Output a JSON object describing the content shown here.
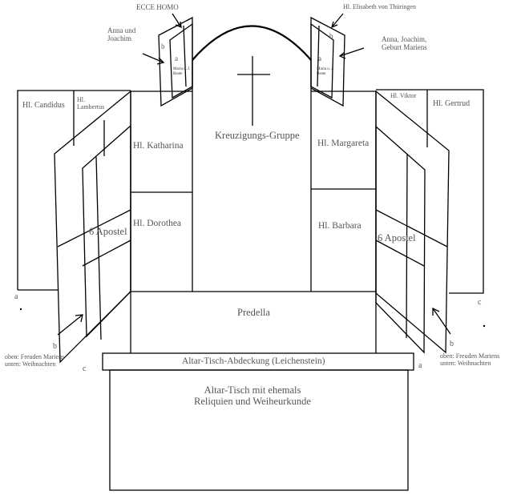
{
  "labels": {
    "ecce_homo": "ECCE HOMO",
    "elisabeth": "Hl. Elisabeth von Thüringen",
    "anna_joachim": "Anna und\nJoachim",
    "anna_joachim_geburt": "Anna, Joachim,\nGeburt Mariens",
    "small_left": "Maria u. J.\nBeate",
    "small_right": "Maria u. J.\nBeate",
    "candidus": "Hl. Candidus",
    "lambertus": "Hl.\nLambertus",
    "viktor": "Hl. Viktor",
    "gertrud": "Hl. Gertrud",
    "katharina": "Hl. Katharina",
    "margareta": "Hl. Margareta",
    "kreuzigung": "Kreuzigungs-Gruppe",
    "dorothea": "Hl. Dorothea",
    "barbara": "Hl. Barbara",
    "apostel_left": "6 Apostel",
    "apostel_right": "6 Apostel",
    "predella": "Predella",
    "abdeckung": "Altar-Tisch-Abdeckung  (Leichenstein)",
    "altar_tisch": "Altar-Tisch mit ehemals\nReliquien und Weiheurkunde",
    "freuden_left": "oben: Freuden Mariens\nunten: Weihnachten",
    "freuden_right": "oben: Freuden Mariens\nunten: Weihnachten"
  },
  "letters": {
    "a_left_top": "a",
    "b_left_top": "b",
    "a_right_top": "a",
    "b_right_top": "b",
    "a_left": "a",
    "b_left": "b",
    "c_left": "c",
    "a_right": "a",
    "b_right": "b",
    "c_right": "c"
  }
}
